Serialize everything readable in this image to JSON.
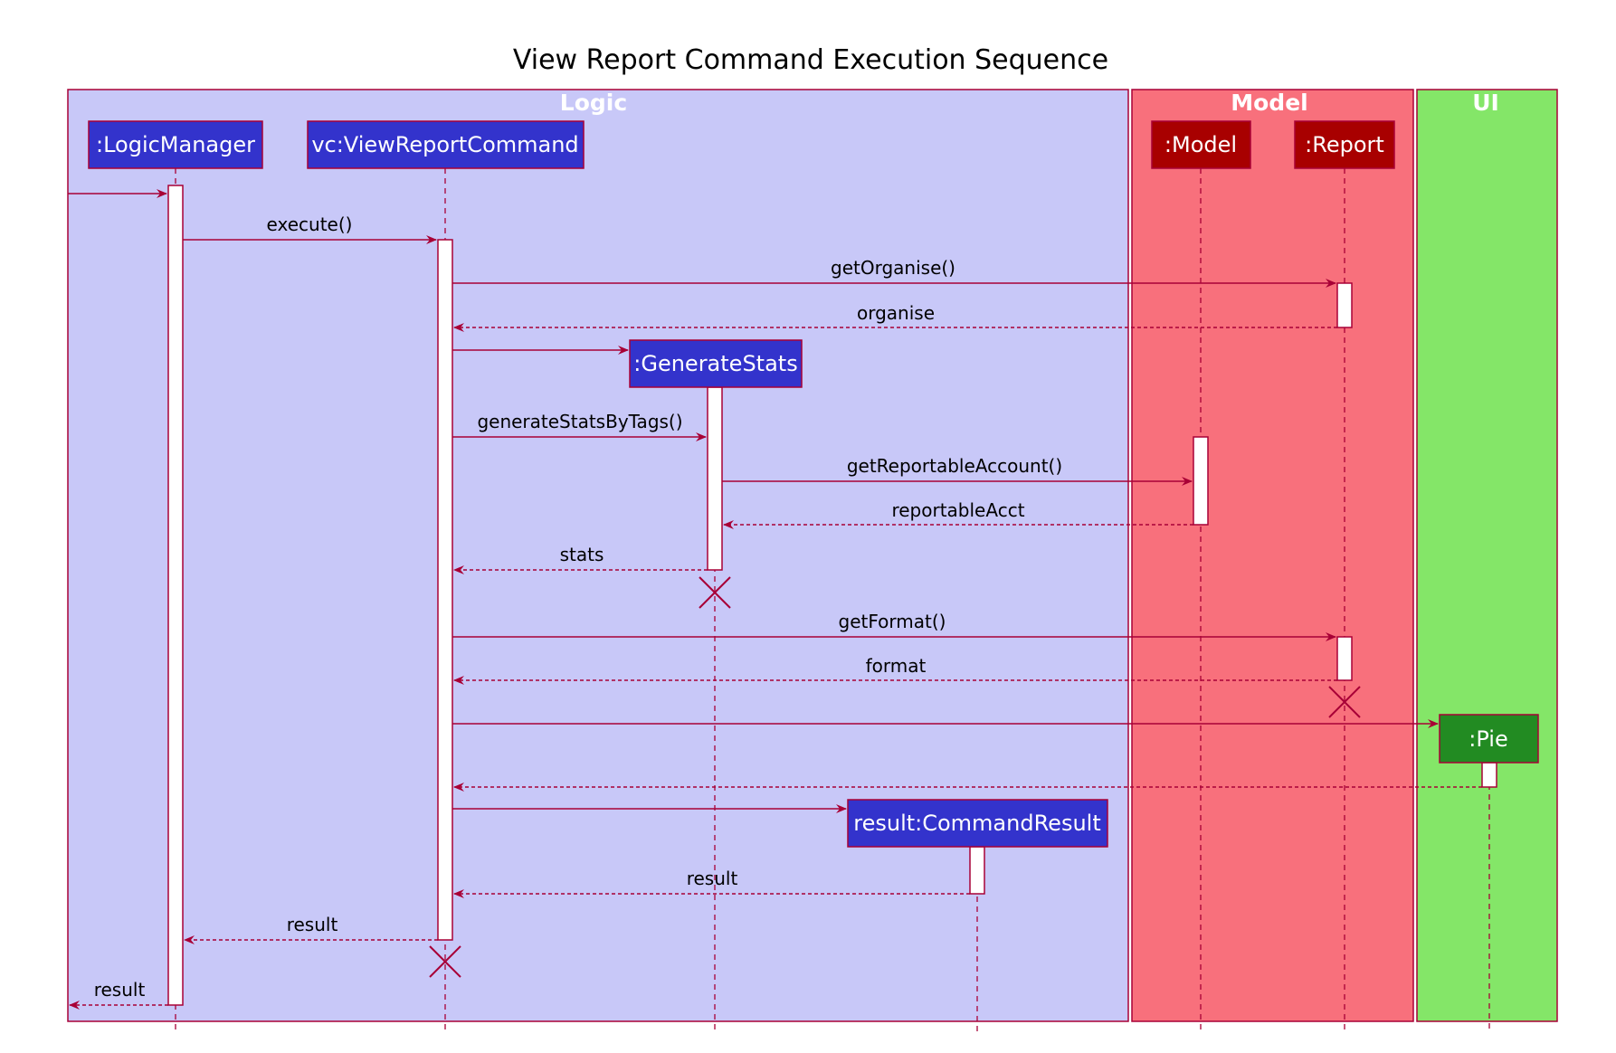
{
  "title": "View Report Command Execution Sequence",
  "colors": {
    "line": "#A80036",
    "logic_box": "#C8C8F8",
    "model_box": "#F8707C",
    "ui_box": "#84E668",
    "logic_participant": "#3333CC",
    "model_participant": "#A80000",
    "ui_participant": "#228B22",
    "activation": "#FFFFFF"
  },
  "groups": [
    {
      "id": "logic",
      "label": "Logic"
    },
    {
      "id": "model",
      "label": "Model"
    },
    {
      "id": "ui",
      "label": "UI"
    }
  ],
  "participants": [
    {
      "id": "lm",
      "label": ":LogicManager",
      "group": "logic"
    },
    {
      "id": "vc",
      "label": "vc:ViewReportCommand",
      "group": "logic"
    },
    {
      "id": "gs",
      "label": ":GenerateStats",
      "group": "logic",
      "created": true
    },
    {
      "id": "cr",
      "label": "result:CommandResult",
      "group": "logic",
      "created": true
    },
    {
      "id": "model",
      "label": ":Model",
      "group": "model"
    },
    {
      "id": "report",
      "label": ":Report",
      "group": "model"
    },
    {
      "id": "pie",
      "label": ":Pie",
      "group": "ui",
      "created": true
    }
  ],
  "messages": [
    {
      "from": "entry",
      "to": "lm",
      "label": "",
      "type": "sync"
    },
    {
      "from": "lm",
      "to": "vc",
      "label": "execute()",
      "type": "sync"
    },
    {
      "from": "vc",
      "to": "report",
      "label": "getOrganise()",
      "type": "sync"
    },
    {
      "from": "report",
      "to": "vc",
      "label": "organise",
      "type": "return"
    },
    {
      "from": "vc",
      "to": "gs",
      "label": "",
      "type": "create"
    },
    {
      "from": "vc",
      "to": "gs",
      "label": "generateStatsByTags()",
      "type": "sync"
    },
    {
      "from": "gs",
      "to": "model",
      "label": "getReportableAccount()",
      "type": "sync"
    },
    {
      "from": "model",
      "to": "gs",
      "label": "reportableAcct",
      "type": "return"
    },
    {
      "from": "gs",
      "to": "vc",
      "label": "stats",
      "type": "return"
    },
    {
      "from": "vc",
      "to": "report",
      "label": "getFormat()",
      "type": "sync"
    },
    {
      "from": "report",
      "to": "vc",
      "label": "format",
      "type": "return"
    },
    {
      "from": "vc",
      "to": "pie",
      "label": "",
      "type": "create"
    },
    {
      "from": "pie",
      "to": "vc",
      "label": "",
      "type": "return"
    },
    {
      "from": "vc",
      "to": "cr",
      "label": "",
      "type": "create"
    },
    {
      "from": "cr",
      "to": "vc",
      "label": "result",
      "type": "return"
    },
    {
      "from": "vc",
      "to": "lm",
      "label": "result",
      "type": "return"
    },
    {
      "from": "lm",
      "to": "entry",
      "label": "result",
      "type": "return"
    }
  ],
  "destroyed": [
    "gs",
    "report",
    "vc"
  ]
}
